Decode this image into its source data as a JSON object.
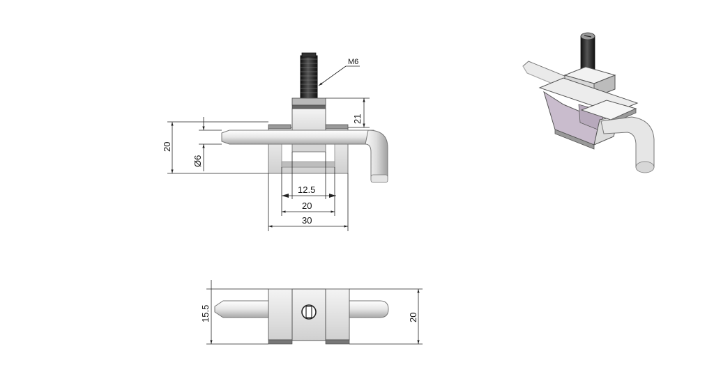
{
  "labels": {
    "thread": "M6",
    "height_21": "21",
    "height_20_front": "20",
    "diameter": "Ø6",
    "width_12_5": "12.5",
    "width_20": "20",
    "width_30": "30",
    "height_15_5": "15.5",
    "height_20_top": "20"
  },
  "colors": {
    "line": "#222222",
    "metal_light": "#f0f0f0",
    "metal_mid": "#d8d8d8",
    "metal_dark": "#9a9a9a",
    "thread_dark": "#2a2a2a",
    "iso_purple": "#c9bccd"
  }
}
